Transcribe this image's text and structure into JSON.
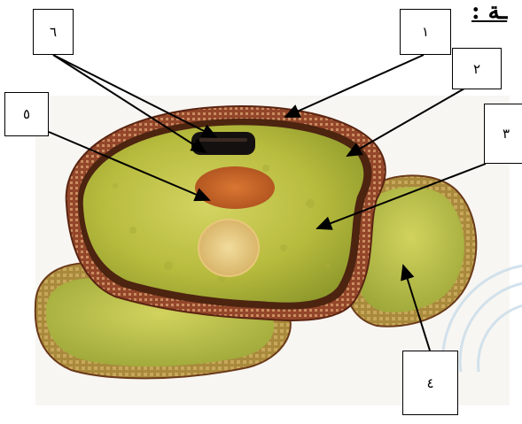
{
  "title": "ـة :",
  "labels": {
    "l1": "١",
    "l2": "٢",
    "l3": "٣",
    "l4": "٤",
    "l5": "٥",
    "l6": "٦"
  },
  "colors": {
    "outer_coat": "#8a3d22",
    "coat_dark": "#5a2412",
    "endosperm": "#b8bb3c",
    "endosperm_light": "#cfd05a",
    "cotyledon": "#bcc24a",
    "nucleus_orange": "#c8642a",
    "nucleus_pale": "#e6cf8a",
    "black_body": "#151010",
    "watermark": "#c9dcea"
  }
}
